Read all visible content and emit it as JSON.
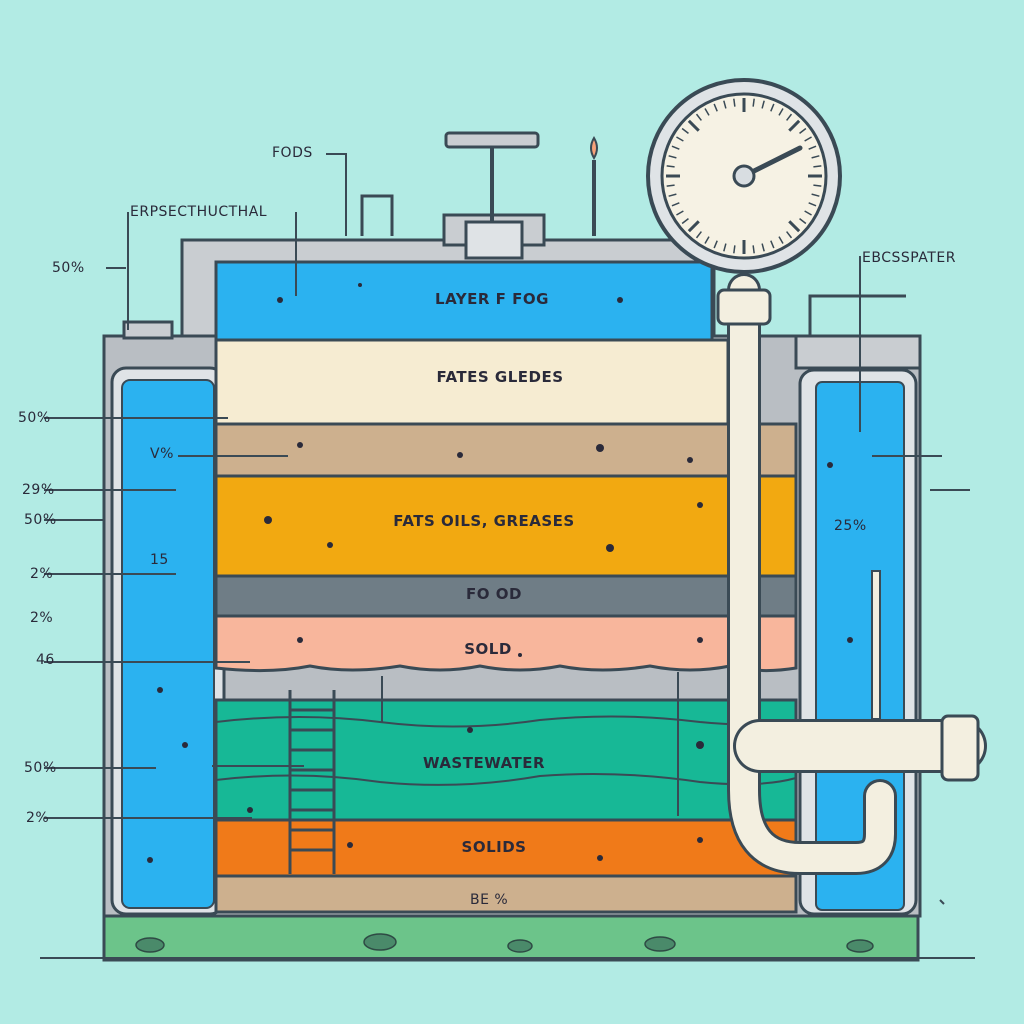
{
  "layers": {
    "fog_layer": "LAYER F FOG",
    "fates_gledes": "FATES GLEDES",
    "fats_oils_greases": "FATS OILS, GREASES",
    "food": "FO OD",
    "sold": "SOLD",
    "wastewater": "WASTEWATER",
    "solids": "SOLIDS"
  },
  "callouts": {
    "top_fods": "FODS",
    "top_left": "ERPSECTHUCTHAL",
    "top_right": "EBCSSPATER",
    "bottom": "BE %",
    "inner_v": "V%",
    "inner_15": "15",
    "right_tank_pct": "25%"
  },
  "left_scale": [
    "50%",
    "50%",
    "29%",
    "50%",
    "2%",
    "2%",
    "46",
    "50%",
    "2%"
  ],
  "colors": {
    "background": "#b2ebe4",
    "water_blue": "#2bb2f0",
    "cream": "#f6ecd2",
    "tan": "#cdb08e",
    "yellow": "#f2a911",
    "gray": "#6f7d86",
    "salmon": "#f8b69c",
    "teal": "#17b896",
    "orange": "#f07a19",
    "ground_green": "#6cc48a"
  }
}
